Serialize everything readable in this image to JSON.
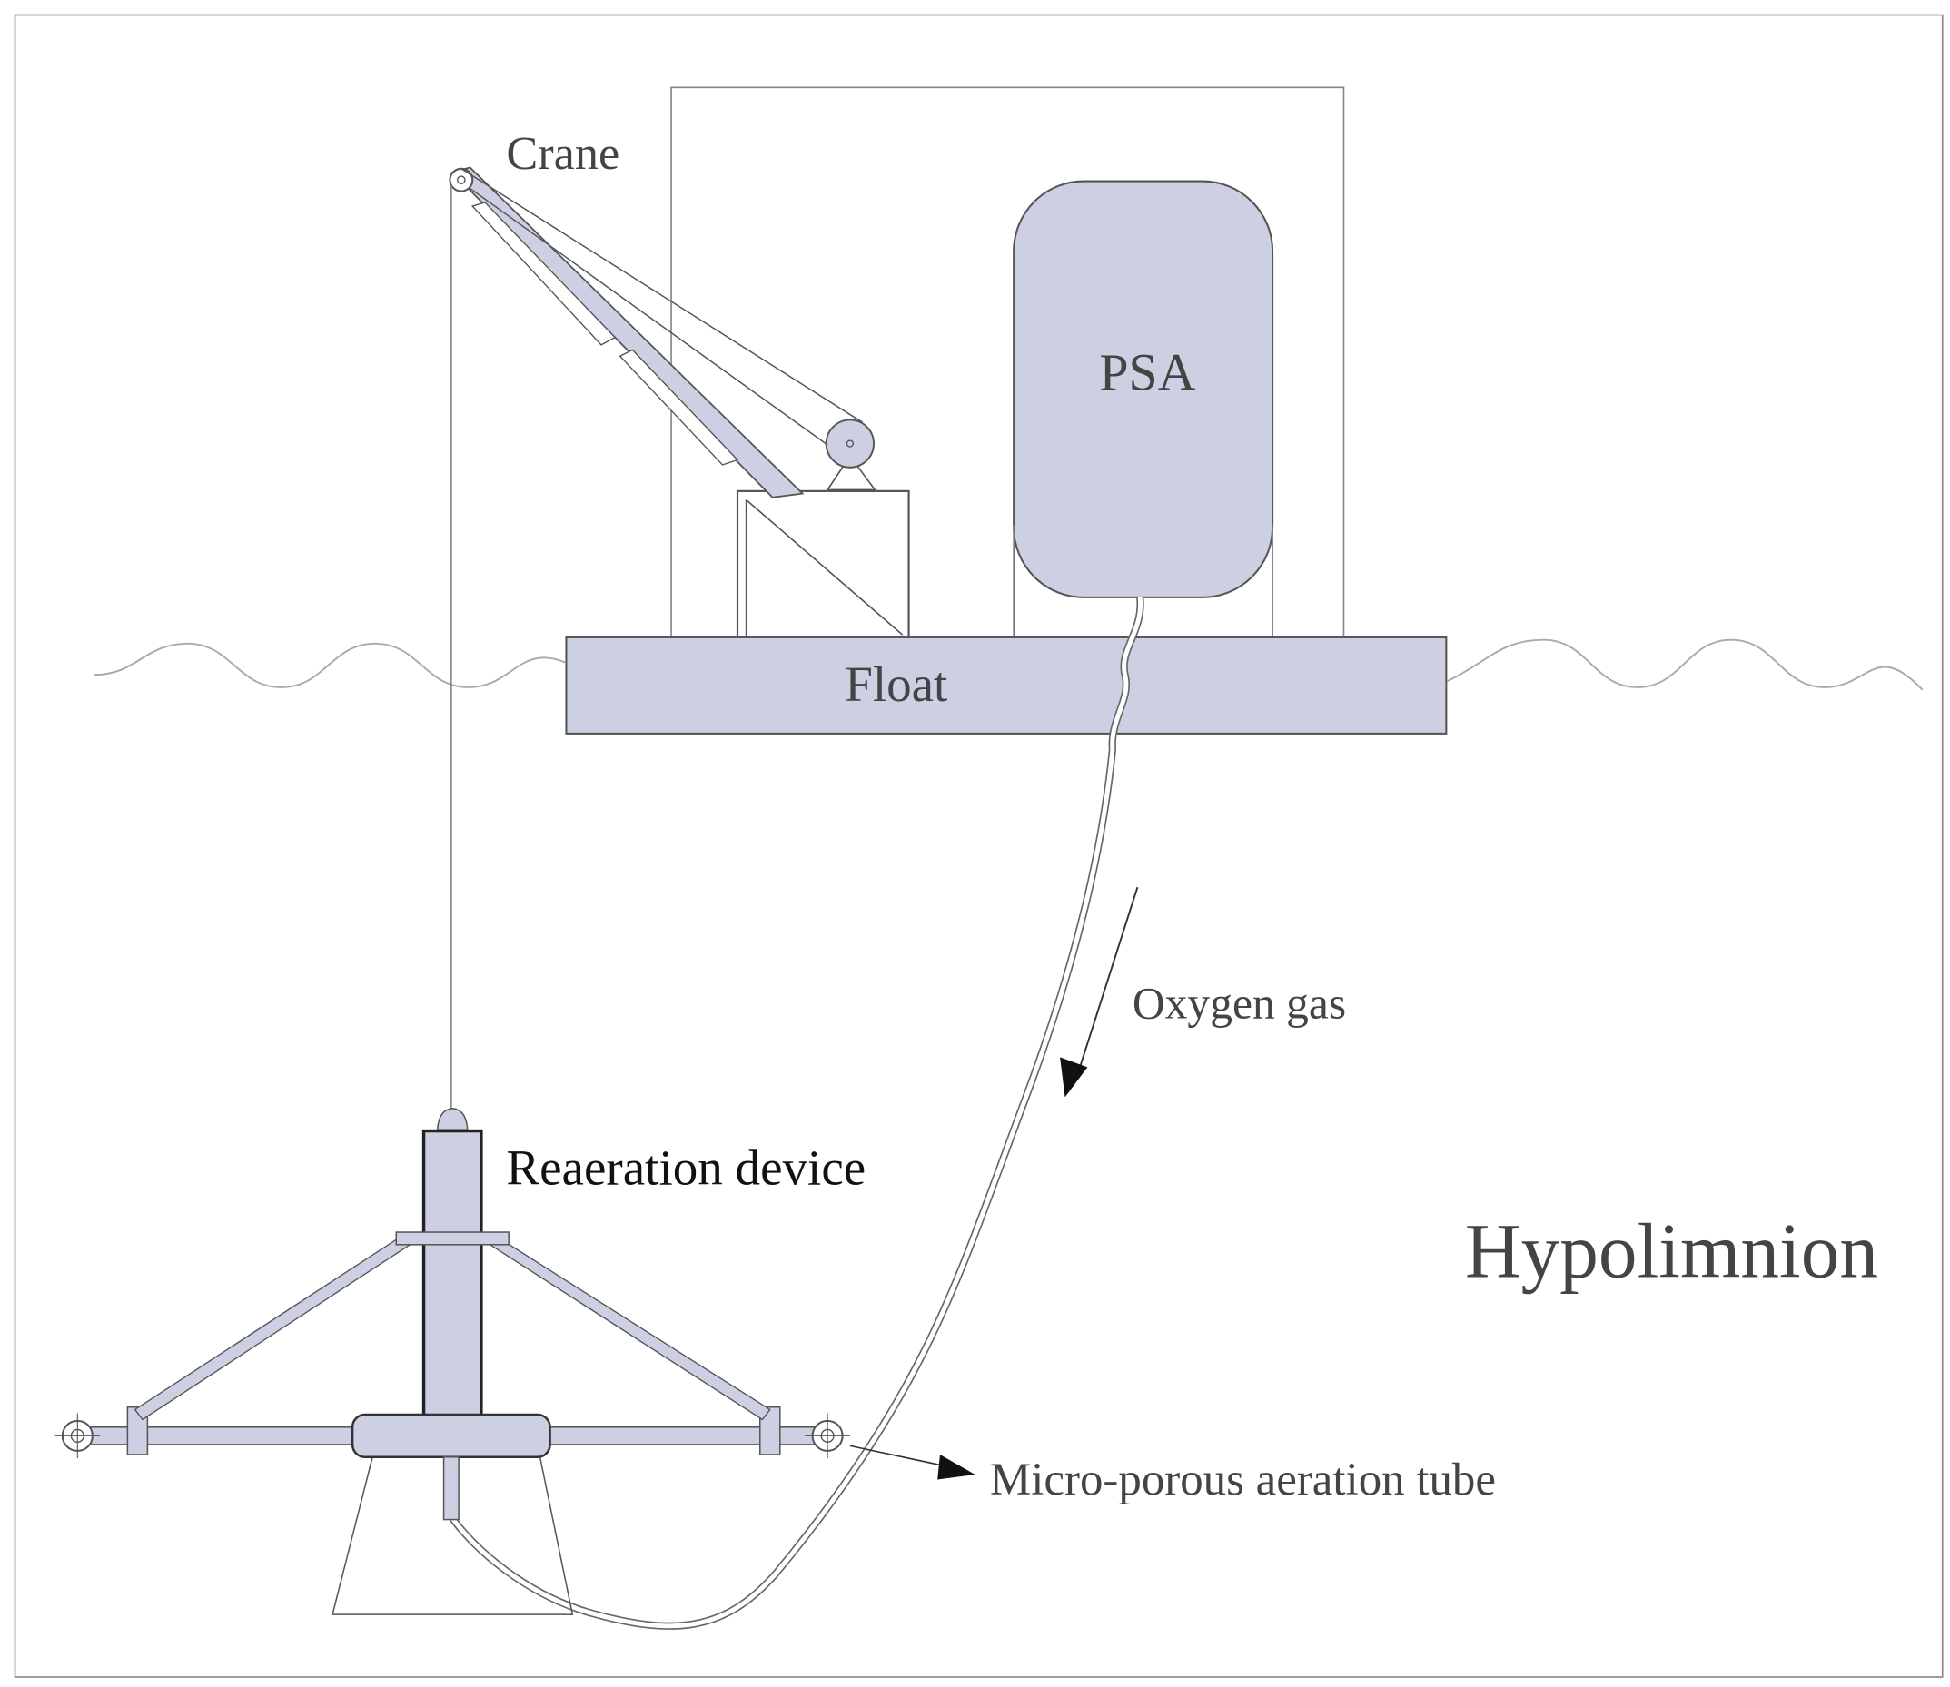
{
  "labels": {
    "crane": "Crane",
    "psa": "PSA",
    "float": "Float",
    "oxygen_gas": "Oxygen gas",
    "reaeration_device": "Reaeration device",
    "hypolimnion": "Hypolimnion",
    "aeration_tube": "Micro-porous aeration tube"
  },
  "colors": {
    "fill": "#cdd0e3",
    "stroke": "#555555",
    "line": "#777777",
    "text": "#444444",
    "dark_text": "#111111",
    "water": "#aaaaaa"
  }
}
